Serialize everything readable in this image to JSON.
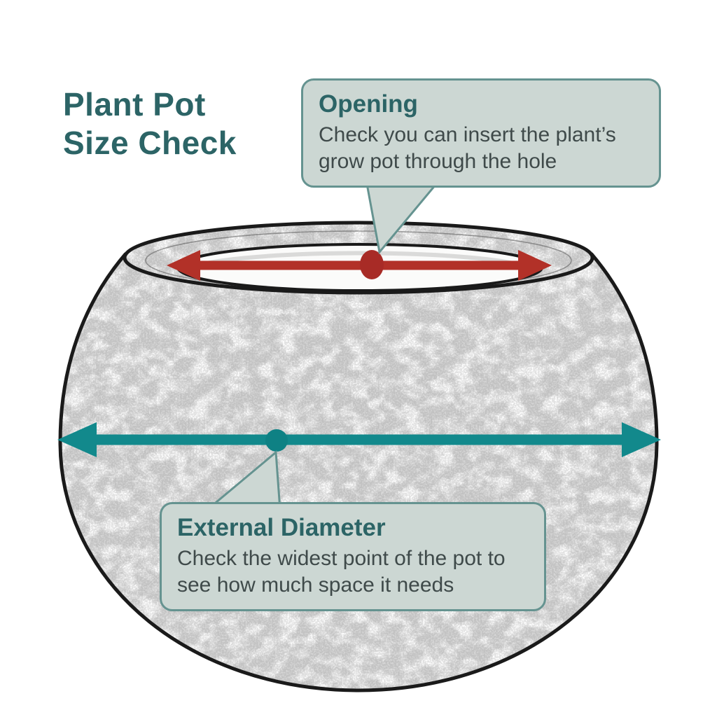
{
  "title": {
    "line1": "Plant Pot",
    "line2": "Size Check"
  },
  "callouts": {
    "opening": {
      "heading": "Opening",
      "body": "Check you can insert the plant’s grow pot through the hole"
    },
    "external": {
      "heading": "External Diameter",
      "body": "Check the widest point of the pot to see how much space it needs"
    }
  },
  "colors": {
    "title_teal": "#2c6466",
    "callout_background": "#ccd7d3",
    "callout_border": "#659390",
    "body_text": "#3f4a4a",
    "opening_arrow_red": "#b23128",
    "external_arrow_teal": "#12898c",
    "pot_outline": "#1a1a1a"
  }
}
